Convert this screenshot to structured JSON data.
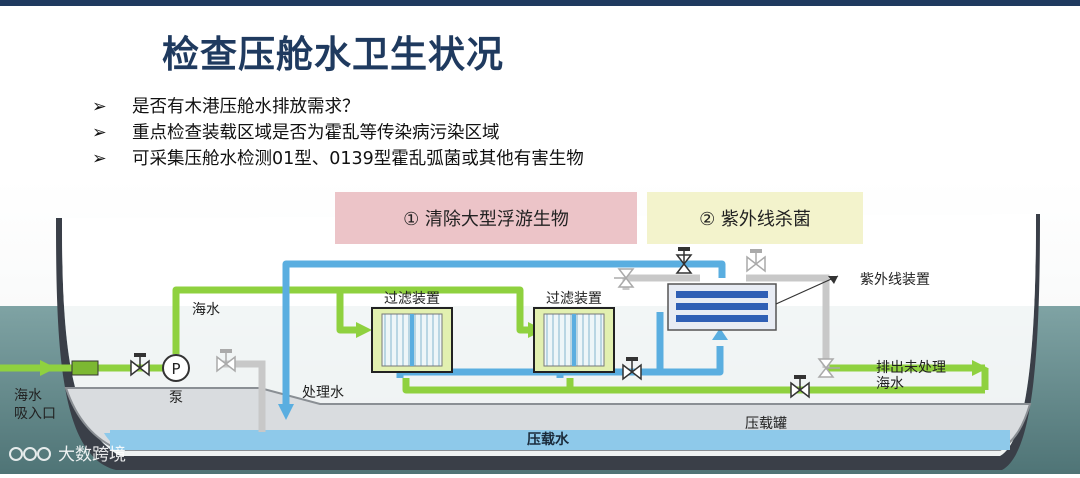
{
  "slide": {
    "title": "检查压舱水卫生状况",
    "bullets": [
      {
        "icon": "arrow-bullet-icon",
        "text": "是否有木港压舱水排放需求？"
      },
      {
        "icon": "arrow-bullet-icon",
        "text": "重点检查装载区域是否为霍乱等传染病污染区域"
      },
      {
        "icon": "arrow-bullet-icon",
        "text": "可采集压舱水检测01型、0139型霍乱弧菌或其他有害生物"
      }
    ],
    "bullet_glyph": "➢"
  },
  "diagram": {
    "stage1_label": "① 清除大型浮游生物",
    "stage2_label": "② 紫外线杀菌",
    "seawater_label": "海水",
    "intake_label_1": "海水",
    "intake_label_2": "吸入口",
    "pump_glyph": "P",
    "pump_label": "泵",
    "filter1_label": "过滤装置",
    "filter2_label": "过滤装置",
    "uv_label": "紫外线装置",
    "treated_water_label": "处理水",
    "discharge_label_1": "排出未处理",
    "discharge_label_2": "海水",
    "tank_label": "压载罐",
    "ballast_water_label": "压载水",
    "watermark": "大数跨境",
    "colors": {
      "title": "#1f3a5f",
      "green_pipe": "#8fd13f",
      "blue_pipe": "#5aaee0",
      "gray_pipe": "#c4c4c4",
      "stage1_bg": "#ecc4c8",
      "stage2_bg": "#f3f3cc",
      "sea": "#6f9294",
      "ballast_water": "#8ec9ea",
      "filter_box": "#e2f0b0",
      "uv_tube": "#2f5fb5"
    }
  }
}
